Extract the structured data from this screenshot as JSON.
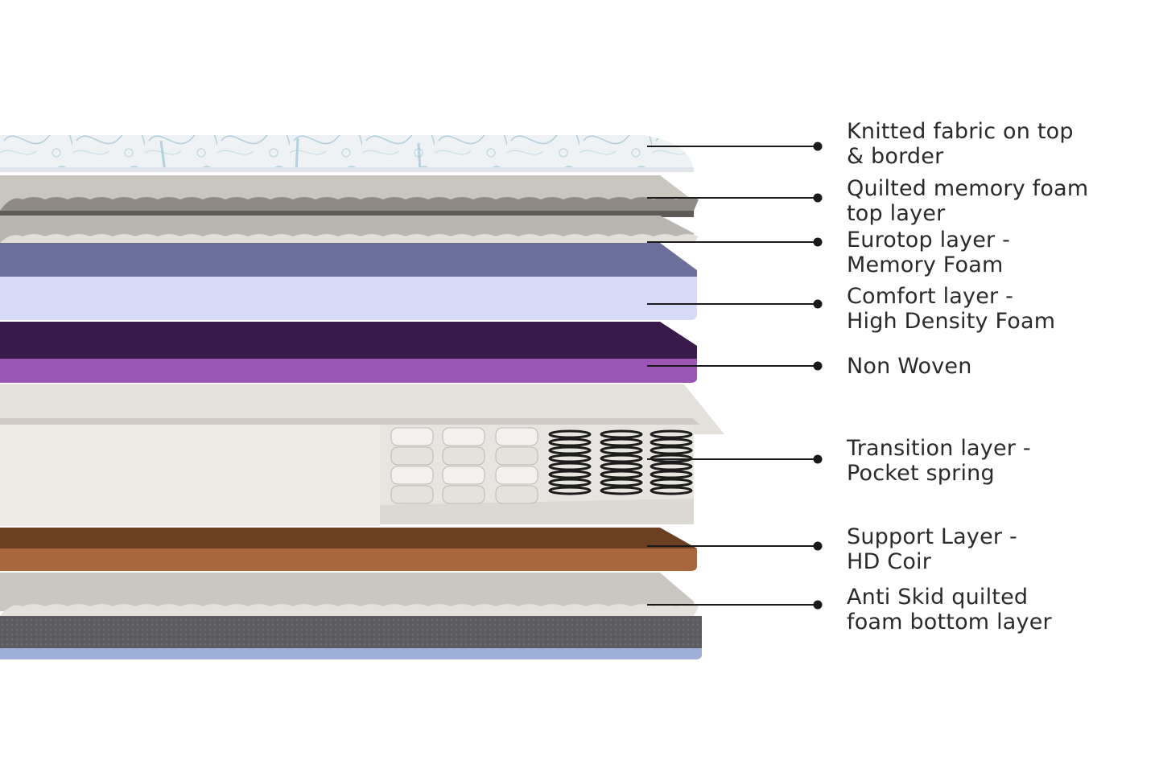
{
  "layers": [
    {
      "id": "knitted-fabric",
      "lines": [
        "Knitted fabric on top",
        "& border"
      ]
    },
    {
      "id": "quilted-memory-foam",
      "lines": [
        "Quilted memory foam",
        "top layer"
      ]
    },
    {
      "id": "eurotop",
      "lines": [
        "Eurotop layer -",
        "Memory Foam"
      ]
    },
    {
      "id": "comfort",
      "lines": [
        "Comfort layer -",
        "High Density Foam"
      ]
    },
    {
      "id": "non-woven",
      "lines": [
        "Non Woven"
      ]
    },
    {
      "id": "transition",
      "lines": [
        "Transition layer -",
        "Pocket spring"
      ]
    },
    {
      "id": "support",
      "lines": [
        "Support Layer -",
        "HD Coir"
      ]
    },
    {
      "id": "anti-skid",
      "lines": [
        "Anti Skid quilted",
        "foam bottom layer"
      ]
    }
  ],
  "colors": {
    "fabric": "#eef2f5",
    "fabric_pattern": "#9fc3d3",
    "quilt": "#c9c5bf",
    "quilt_dark": "#8f8a84",
    "comfort_top": "#6c6f9a",
    "comfort_front": "#d6daf6",
    "nonwoven_top": "#3a1a4a",
    "nonwoven_front": "#9b55b5",
    "spring_frame": "#e8e5e0",
    "spring_frame_dark": "#cfcac3",
    "coir": "#a8673d",
    "coir_top": "#6b3f22",
    "base_gray": "#5f5f63",
    "base_blue": "#9cb0d8",
    "leader": "#1a1a1a"
  }
}
